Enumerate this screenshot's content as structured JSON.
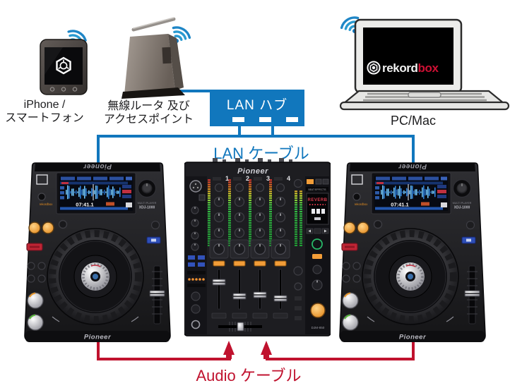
{
  "colors": {
    "lan_cable": "#1177bd",
    "audio_cable": "#c0122e"
  },
  "diagram": {
    "smartphone": {
      "label_line1": "iPhone /",
      "label_line2": "スマートフォン"
    },
    "router": {
      "label_line1": "無線ルータ 及び",
      "label_line2": "アクセスポイント"
    },
    "hub": {
      "label": "LAN ハブ"
    },
    "pc": {
      "label": "PC/Mac",
      "logo_prefix": "rekord",
      "logo_suffix": "box"
    },
    "cables": {
      "lan_label": "LAN ケーブル",
      "audio_label": "Audio ケーブル"
    },
    "player_left": {
      "brand_top": "Pioneer",
      "brand_bottom": "Pioneer",
      "model_line1": "MULTI PLAYER",
      "model_line2": "XDJ-1000",
      "screen_time": "07:41.1"
    },
    "player_right": {
      "brand_top": "Pioneer",
      "brand_bottom": "Pioneer",
      "model_line1": "MULTI PLAYER",
      "model_line2": "XDJ-1000",
      "screen_time": "07:41.1"
    },
    "mixer": {
      "brand": "Pioneer",
      "channels": [
        "1",
        "2",
        "3",
        "4"
      ],
      "fx_header": "BEAT EFFECTS",
      "fx_display": "REVERB",
      "model": "DJM-850"
    }
  }
}
